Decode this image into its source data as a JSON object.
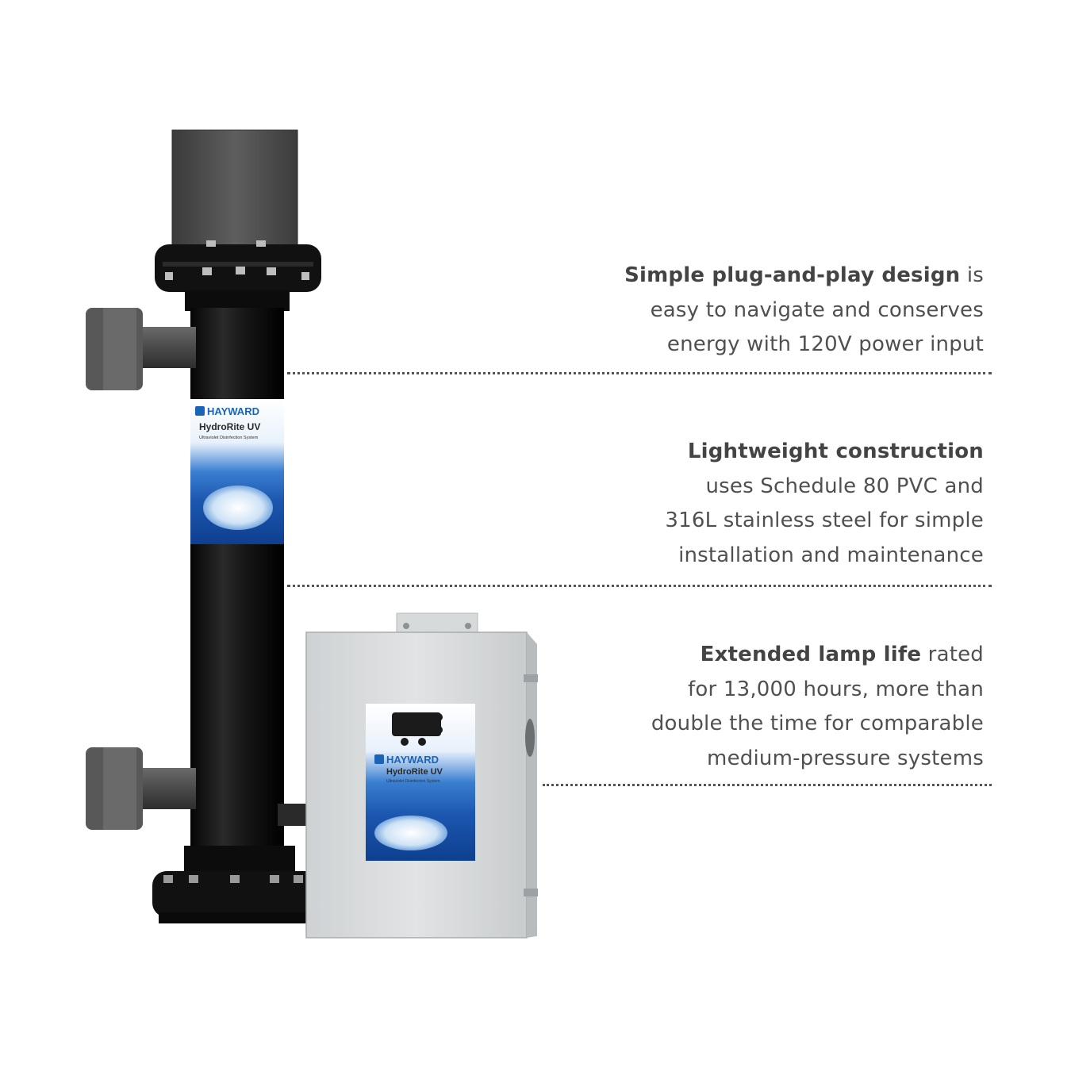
{
  "colors": {
    "text": "#505050",
    "heading": "#444444",
    "brand_blue": "#1a64b8",
    "dot_rule": "#555555"
  },
  "product": {
    "brand": "HAYWARD",
    "reactor_label": {
      "name": "HydroRite UV",
      "subtitle": "Ultraviolet Disinfection System"
    },
    "control_label": {
      "name": "HydroRite UV",
      "subtitle": "Ultraviolet Disinfection System"
    }
  },
  "features": [
    {
      "lead": "Simple plug-and-play design",
      "lead_rest": " is",
      "lines": [
        "easy to navigate and conserves",
        "energy with 120V power input"
      ]
    },
    {
      "lead": "Lightweight construction",
      "lead_rest": "",
      "lines": [
        "uses Schedule 80 PVC and",
        "316L stainless steel for simple",
        "installation and maintenance"
      ]
    },
    {
      "lead": "Extended lamp life",
      "lead_rest": " rated",
      "lines": [
        "for 13,000 hours, more than",
        "double the time for comparable",
        "medium-pressure systems"
      ]
    }
  ]
}
